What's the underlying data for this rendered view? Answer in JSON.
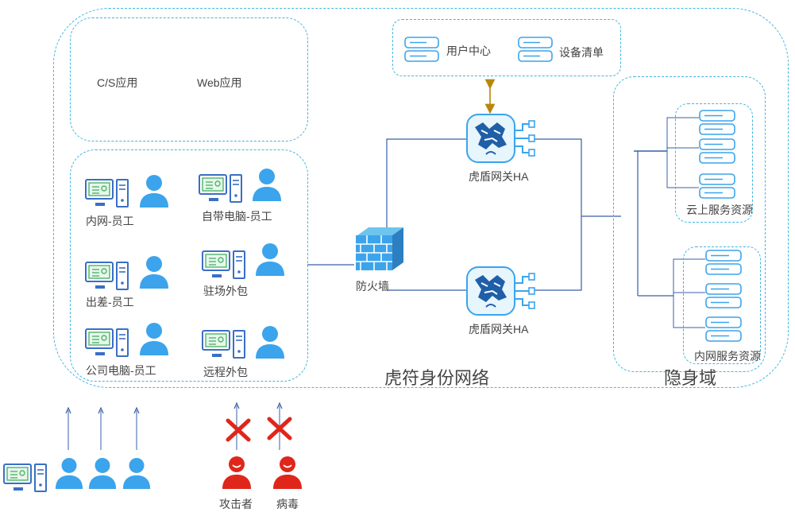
{
  "top_apps": {
    "cs_app": "C/S应用",
    "web_app": "Web应用"
  },
  "identity_services": {
    "user_center": "用户中心",
    "device_list": "设备清单"
  },
  "users": {
    "intranet_staff": "内网-员工",
    "own_pc_staff": "自带电脑-员工",
    "business_trip_staff": "出差-员工",
    "onsite_outsource": "驻场外包",
    "company_pc_staff": "公司电脑-员工",
    "remote_outsource": "远程外包"
  },
  "network": {
    "firewall": "防火墙",
    "gateway_top": "虎盾网关HA",
    "gateway_bottom": "虎盾网关HA",
    "identity_network": "虎符身份网络",
    "stealth_domain": "隐身域"
  },
  "resources": {
    "cloud": "云上服务资源",
    "intranet": "内网服务资源"
  },
  "threats": {
    "attacker": "攻击者",
    "virus": "病毒"
  },
  "colors": {
    "dashed_border": "#3fb6e0",
    "person_blue": "#3ba4ec",
    "pc_green": "#4fb56b",
    "threat_red": "#e0261b",
    "link_line": "#3a5fa8",
    "sync_arrow": "#b8860b"
  }
}
